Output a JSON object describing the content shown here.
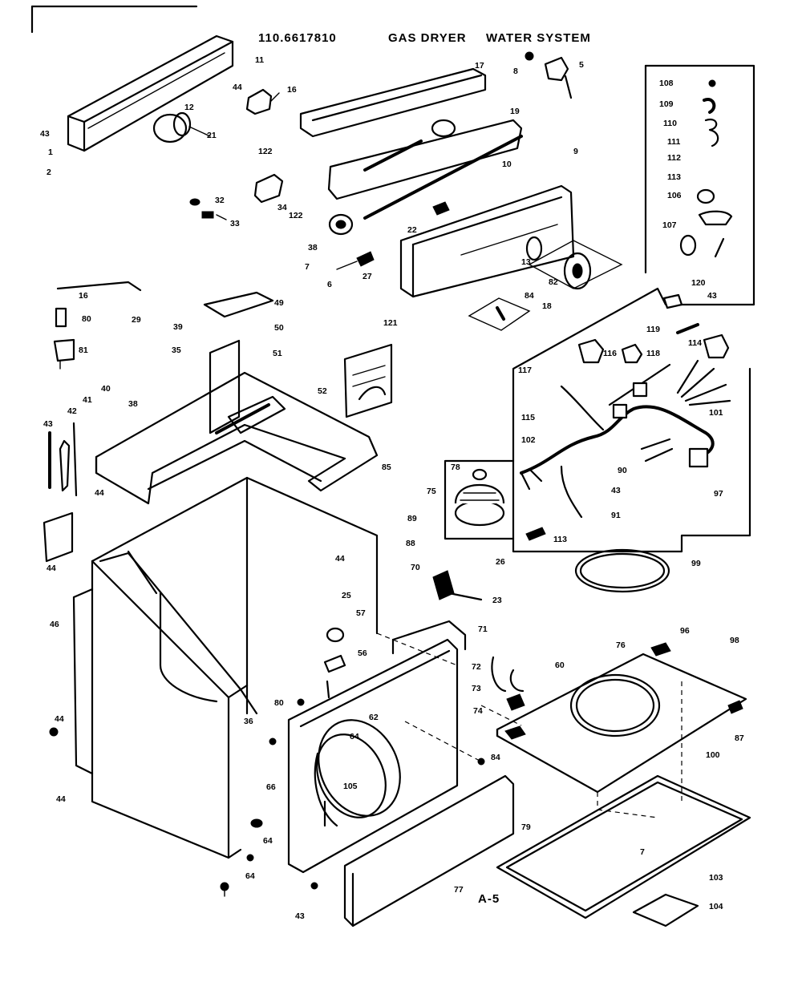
{
  "header": {
    "model": "110.6617810",
    "title": "GAS DRYER",
    "subtitle": "WATER SYSTEM"
  },
  "page_code": "A-5",
  "callouts": [
    {
      "id": "c-11",
      "text": "11"
    },
    {
      "id": "c-44a",
      "text": "44"
    },
    {
      "id": "c-16",
      "text": "16"
    },
    {
      "id": "c-43a",
      "text": "43"
    },
    {
      "id": "c-1",
      "text": "1"
    },
    {
      "id": "c-2",
      "text": "2"
    },
    {
      "id": "c-12",
      "text": "12"
    },
    {
      "id": "c-21",
      "text": "21"
    },
    {
      "id": "c-122a",
      "text": "122"
    },
    {
      "id": "c-34",
      "text": "34"
    },
    {
      "id": "c-32",
      "text": "32"
    },
    {
      "id": "c-33",
      "text": "33"
    },
    {
      "id": "c-122b",
      "text": "122"
    },
    {
      "id": "c-38",
      "text": "38"
    },
    {
      "id": "c-7",
      "text": "7"
    },
    {
      "id": "c-6",
      "text": "6"
    },
    {
      "id": "c-27",
      "text": "27"
    },
    {
      "id": "c-17",
      "text": "17"
    },
    {
      "id": "c-19",
      "text": "19"
    },
    {
      "id": "c-10",
      "text": "10"
    },
    {
      "id": "c-9",
      "text": "9"
    },
    {
      "id": "c-22",
      "text": "22"
    },
    {
      "id": "c-13",
      "text": "13"
    },
    {
      "id": "c-82",
      "text": "82"
    },
    {
      "id": "c-84",
      "text": "84"
    },
    {
      "id": "c-18",
      "text": "18"
    },
    {
      "id": "c-8",
      "text": "8"
    },
    {
      "id": "c-5",
      "text": "5"
    },
    {
      "id": "c-121",
      "text": "121"
    },
    {
      "id": "c-108",
      "text": "108"
    },
    {
      "id": "c-109",
      "text": "109"
    },
    {
      "id": "c-110",
      "text": "110"
    },
    {
      "id": "c-111",
      "text": "111"
    },
    {
      "id": "c-112",
      "text": "112"
    },
    {
      "id": "c-113a",
      "text": "113"
    },
    {
      "id": "c-106",
      "text": "106"
    },
    {
      "id": "c-107",
      "text": "107"
    },
    {
      "id": "c-120",
      "text": "120"
    },
    {
      "id": "c-43b",
      "text": "43"
    },
    {
      "id": "c-119",
      "text": "119"
    },
    {
      "id": "c-116",
      "text": "116"
    },
    {
      "id": "c-118",
      "text": "118"
    },
    {
      "id": "c-114",
      "text": "114"
    },
    {
      "id": "c-117",
      "text": "117"
    },
    {
      "id": "c-115",
      "text": "115"
    },
    {
      "id": "c-101",
      "text": "101"
    },
    {
      "id": "c-102",
      "text": "102"
    },
    {
      "id": "c-90",
      "text": "90"
    },
    {
      "id": "c-43c",
      "text": "43"
    },
    {
      "id": "c-97",
      "text": "97"
    },
    {
      "id": "c-91",
      "text": "91"
    },
    {
      "id": "c-113b",
      "text": "113"
    },
    {
      "id": "c-99",
      "text": "99"
    },
    {
      "id": "c-16b",
      "text": "16"
    },
    {
      "id": "c-80",
      "text": "80"
    },
    {
      "id": "c-81",
      "text": "81"
    },
    {
      "id": "c-29",
      "text": "29"
    },
    {
      "id": "c-49",
      "text": "49"
    },
    {
      "id": "c-39",
      "text": "39"
    },
    {
      "id": "c-50",
      "text": "50"
    },
    {
      "id": "c-35",
      "text": "35"
    },
    {
      "id": "c-51",
      "text": "51"
    },
    {
      "id": "c-52",
      "text": "52"
    },
    {
      "id": "c-43d",
      "text": "43"
    },
    {
      "id": "c-42",
      "text": "42"
    },
    {
      "id": "c-41",
      "text": "41"
    },
    {
      "id": "c-40",
      "text": "40"
    },
    {
      "id": "c-38b",
      "text": "38"
    },
    {
      "id": "c-44b",
      "text": "44"
    },
    {
      "id": "c-44c",
      "text": "44"
    },
    {
      "id": "c-85",
      "text": "85"
    },
    {
      "id": "c-78",
      "text": "78"
    },
    {
      "id": "c-75",
      "text": "75"
    },
    {
      "id": "c-26",
      "text": "26"
    },
    {
      "id": "c-89",
      "text": "89"
    },
    {
      "id": "c-88",
      "text": "88"
    },
    {
      "id": "c-46",
      "text": "46"
    },
    {
      "id": "c-44d",
      "text": "44"
    },
    {
      "id": "c-25",
      "text": "25"
    },
    {
      "id": "c-70",
      "text": "70"
    },
    {
      "id": "c-23",
      "text": "23"
    },
    {
      "id": "c-57",
      "text": "57"
    },
    {
      "id": "c-56",
      "text": "56"
    },
    {
      "id": "c-71",
      "text": "71"
    },
    {
      "id": "c-72",
      "text": "72"
    },
    {
      "id": "c-73",
      "text": "73"
    },
    {
      "id": "c-74",
      "text": "74"
    },
    {
      "id": "c-60",
      "text": "60"
    },
    {
      "id": "c-80b",
      "text": "80"
    },
    {
      "id": "c-62",
      "text": "62"
    },
    {
      "id": "c-44e",
      "text": "44"
    },
    {
      "id": "c-36",
      "text": "36"
    },
    {
      "id": "c-64",
      "text": "64"
    },
    {
      "id": "c-105",
      "text": "105"
    },
    {
      "id": "c-66",
      "text": "66"
    },
    {
      "id": "c-64b",
      "text": "64"
    },
    {
      "id": "c-84b",
      "text": "84"
    },
    {
      "id": "c-64c",
      "text": "64"
    },
    {
      "id": "c-43e",
      "text": "43"
    },
    {
      "id": "c-77",
      "text": "77"
    },
    {
      "id": "c-79",
      "text": "79"
    },
    {
      "id": "c-76",
      "text": "76"
    },
    {
      "id": "c-96",
      "text": "96"
    },
    {
      "id": "c-98",
      "text": "98"
    },
    {
      "id": "c-87",
      "text": "87"
    },
    {
      "id": "c-100",
      "text": "100"
    },
    {
      "id": "c-7b",
      "text": "7"
    },
    {
      "id": "c-103",
      "text": "103"
    },
    {
      "id": "c-104",
      "text": "104"
    },
    {
      "id": "c-44f",
      "text": "44"
    }
  ]
}
